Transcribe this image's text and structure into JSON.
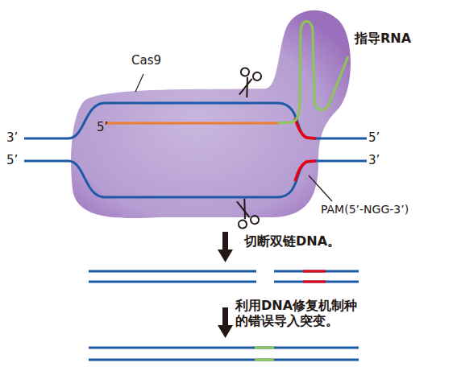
{
  "diagram": {
    "labels": [
      "指导RNA",
      "Cas9",
      "3’",
      "5’",
      "5’",
      "5’",
      "3’",
      "PAM(5’-NGG-3’)",
      "切断双链DNA。",
      "利用DNA修复机制种 的错误导入突变。"
    ]
  }
}
